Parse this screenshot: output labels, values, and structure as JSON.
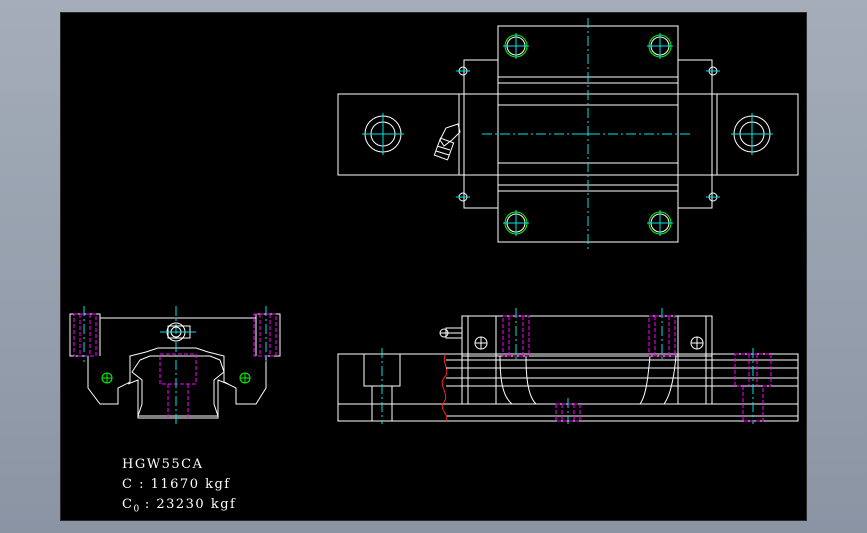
{
  "colors": {
    "background": "#000000",
    "outline": "#ffffff",
    "centerline": "#00e5e5",
    "hidden_line": "#ff00ff",
    "thread": "#00ff00",
    "break_line": "#ff2020"
  },
  "annotation": {
    "model": "HGW55CA",
    "dynamic_load_prefix": "C",
    "dynamic_load_value": ": 11670 kgf",
    "static_load_prefix": "C",
    "static_load_subscript": "0",
    "static_load_value": ": 23230 kgf"
  },
  "icons": [
    "grease-nipple-icon",
    "bolt-hole-icon",
    "thread-symbol-icon"
  ]
}
